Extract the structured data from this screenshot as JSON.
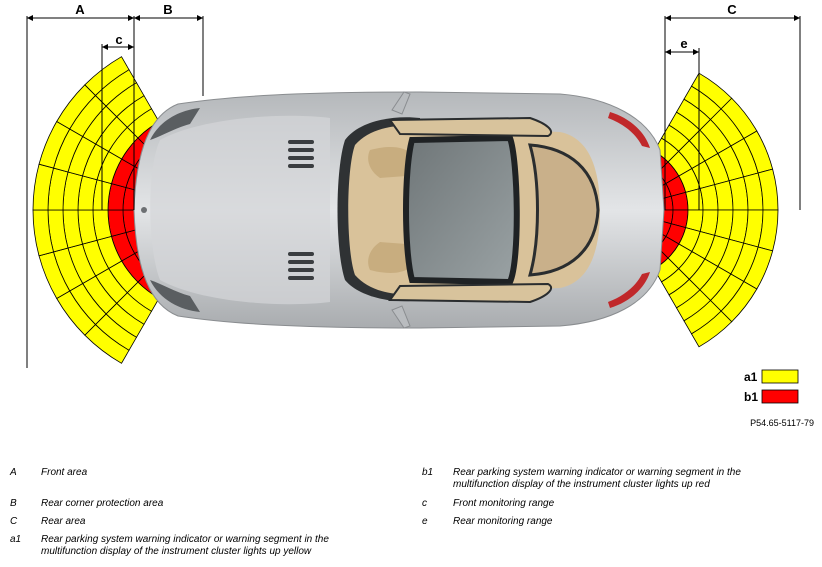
{
  "diagram": {
    "dimension_labels": {
      "A": "A",
      "B": "B",
      "C": "C",
      "c": "c",
      "e": "e"
    },
    "legend": [
      {
        "key": "a1",
        "color": "#ffff00"
      },
      {
        "key": "b1",
        "color": "#ff0000"
      }
    ],
    "figure_id": "P54.65-5117-79",
    "colors": {
      "warning_yellow": "#ffff00",
      "warning_red": "#ff0000",
      "car_body": "#c8cacc",
      "interior": "#d9c29a"
    }
  },
  "captions": {
    "left": [
      {
        "key": "A",
        "text": "Front area"
      },
      {
        "key": "B",
        "text": "Rear corner protection area"
      },
      {
        "key": "C",
        "text": "Rear area"
      },
      {
        "key": "a1",
        "text": "Rear parking system warning indicator or warning segment in the",
        "text2": "multifunction display of the instrument cluster lights up yellow"
      }
    ],
    "right": [
      {
        "key": "b1",
        "text": "Rear parking system warning indicator or warning segment in the",
        "text2": "multifunction display of the instrument cluster lights up red"
      },
      {
        "key": "c",
        "text": "Front monitoring range"
      },
      {
        "key": "e",
        "text": "Rear monitoring range"
      }
    ]
  }
}
